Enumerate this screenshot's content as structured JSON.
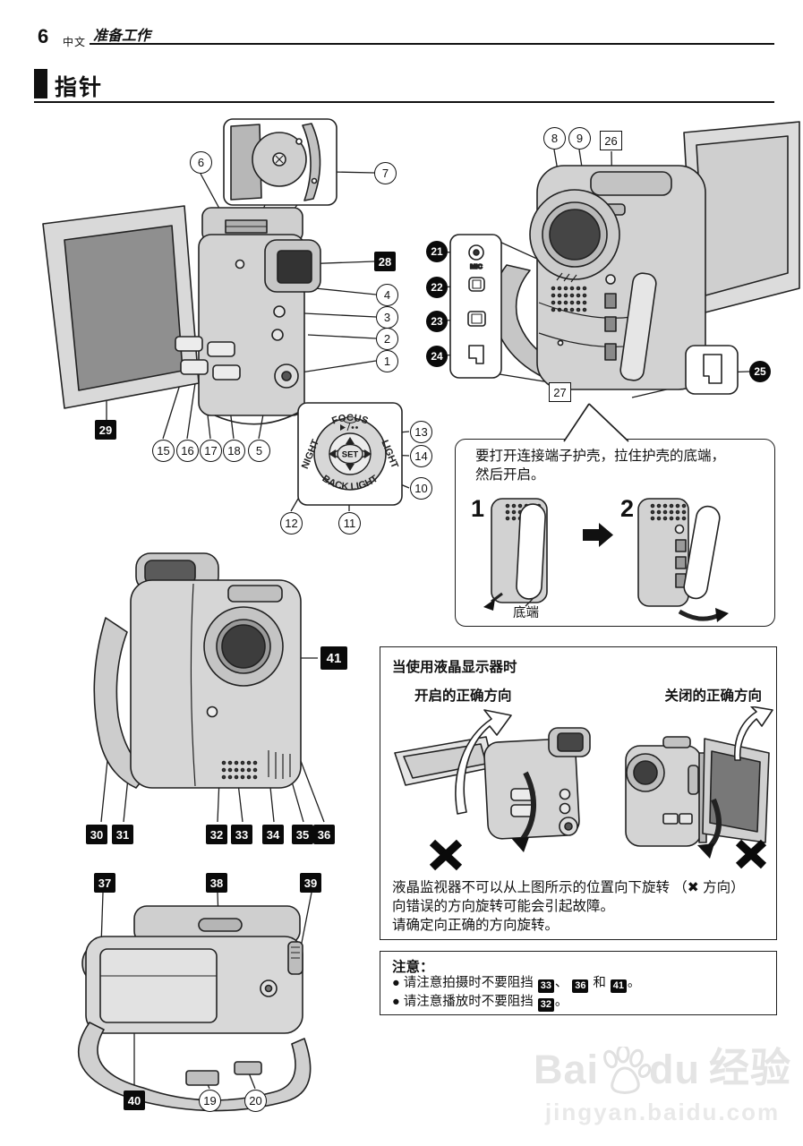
{
  "header": {
    "page_number": "6",
    "language": "中文",
    "chapter_title": "准备工作",
    "section_title": "指针"
  },
  "callouts": {
    "c1": "1",
    "c2": "2",
    "c3": "3",
    "c4": "4",
    "c5": "5",
    "c6": "6",
    "c7": "7",
    "c8": "8",
    "c9": "9",
    "c10": "10",
    "c11": "11",
    "c12": "12",
    "c13": "13",
    "c14": "14",
    "c15": "15",
    "c16": "16",
    "c17": "17",
    "c18": "18",
    "c19": "19",
    "c20": "20",
    "c21": "21",
    "c22": "22",
    "c23": "23",
    "c24": "24",
    "c25": "25",
    "c26": "26",
    "c27": "27",
    "c28": "28",
    "c29": "29",
    "c30": "30",
    "c31": "31",
    "c32": "32",
    "c33": "33",
    "c34": "34",
    "c35": "35",
    "c36": "36",
    "c37": "37",
    "c38": "38",
    "c39": "39",
    "c40": "40",
    "c41": "41"
  },
  "control_dial": {
    "top_label": "FOCUS",
    "left_label": "NIGHT",
    "right_label": "LIGHT",
    "bottom_label": "BACK LIGHT",
    "center_label": "SET"
  },
  "connector_panel": {
    "mic_label": "MIC"
  },
  "cover_note": {
    "line1": "要打开连接端子护壳，拉住护壳的底端，",
    "line2": "然后开启。",
    "step1": "1",
    "step2": "2",
    "bottom_edge_label": "底端"
  },
  "lcd_box": {
    "title": "当使用液晶显示器时",
    "open_direction_label": "开启的正确方向",
    "close_direction_label": "关闭的正确方向",
    "warning_line1": "液晶监视器不可以从上图所示的位置向下旋转 （✖ 方向）",
    "warning_line2": "向错误的方向旋转可能会引起故障。",
    "warning_line3": "请确定向正确的方向旋转。"
  },
  "note_box": {
    "title": "注意：",
    "bullet_mark": "●",
    "bullet1": {
      "pre": "请注意拍摄时不要阻挡 ",
      "ref1": "33",
      "sep": "、",
      "ref2": "36",
      "conj": " 和 ",
      "ref3": "41",
      "post": "。"
    },
    "bullet2": {
      "pre": "请注意播放时不要阻挡 ",
      "ref1": "32",
      "post": "。"
    }
  },
  "watermark": {
    "brand_latin_1": "Bai",
    "brand_latin_2": "du",
    "brand_cn": "经验",
    "url": "jingyan.baidu.com"
  }
}
